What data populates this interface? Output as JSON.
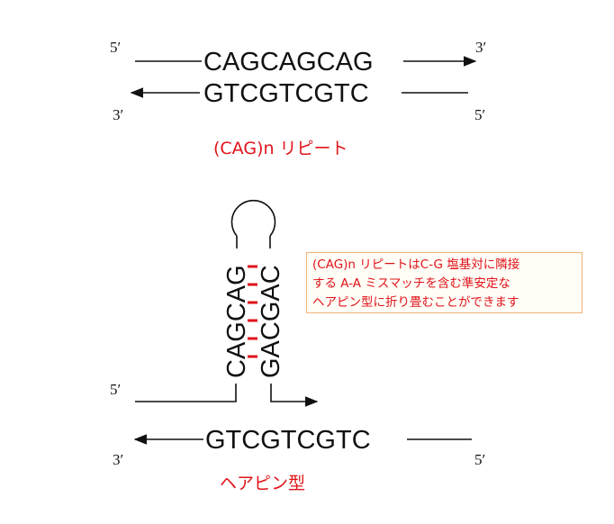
{
  "top_duplex": {
    "five_prime": "5′",
    "three_prime": "3′",
    "top_strand": "CAGCAGCAG",
    "bottom_strand": "GTCGTCGTC",
    "bottom_three_prime": "3′",
    "bottom_five_prime": "5′",
    "caption": "(CAG)n リピート"
  },
  "hairpin": {
    "left_arm": "CAGCAG",
    "right_arm": "GACGAC",
    "five_prime": "5′",
    "bottom_strand": "GTCGTCGTC",
    "bottom_three_prime": "3′",
    "bottom_five_prime": "5′",
    "caption": "ヘアピン型"
  },
  "callout": {
    "line1": "(CAG)n リピートはC-G 塩基対に隣接",
    "line2": "する A-A ミスマッチを含む準安定な",
    "line3": "ヘアピン型に折り畳むことができます"
  },
  "colors": {
    "accent": "#e0141a",
    "text": "#111111",
    "callout_border": "#f0b27a"
  }
}
